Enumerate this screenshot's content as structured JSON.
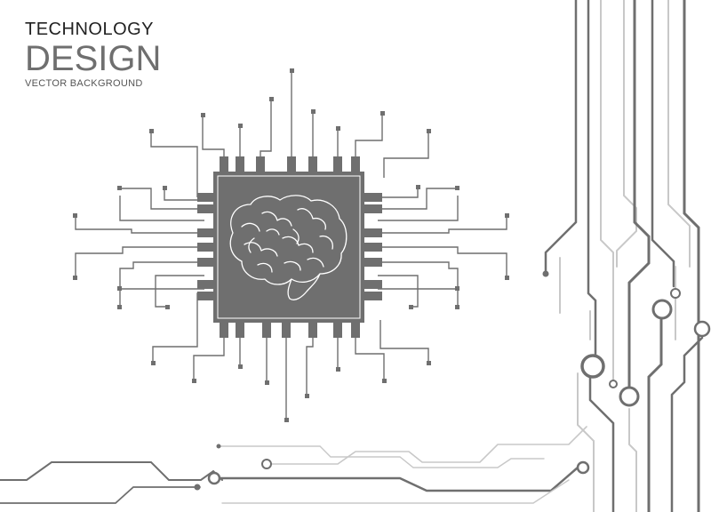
{
  "heading": {
    "line1": "TECHNOLOGY",
    "line2": "DESIGN",
    "line3": "VECTOR BACKGROUND"
  },
  "colors": {
    "primary": "#6f6f6f",
    "dark": "#555555",
    "light": "#c8c8c8",
    "text": "#222222"
  },
  "icons": {
    "chip": "microchip-icon",
    "brain": "brain-icon"
  }
}
